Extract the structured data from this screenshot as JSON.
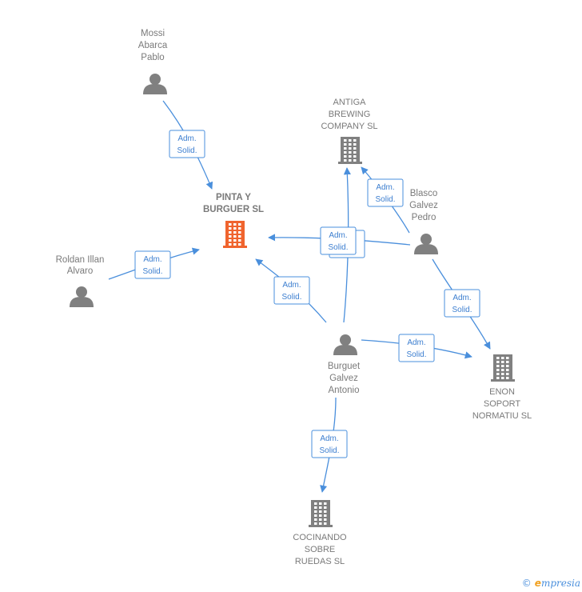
{
  "nodes": [
    {
      "id": "mossi",
      "type": "person",
      "label": [
        "Mossi",
        "Abarca",
        "Pablo"
      ]
    },
    {
      "id": "roldan",
      "type": "person",
      "label": [
        "Roldan Illan",
        "Alvaro"
      ]
    },
    {
      "id": "blasco",
      "type": "person",
      "label": [
        "Blasco",
        "Galvez",
        "Pedro"
      ]
    },
    {
      "id": "burguet",
      "type": "person",
      "label": [
        "Burguet",
        "Galvez",
        "Antonio"
      ]
    },
    {
      "id": "pinta",
      "type": "company",
      "focus": true,
      "label": [
        "PINTA Y",
        "BURGUER  SL"
      ]
    },
    {
      "id": "antiga",
      "type": "company",
      "label": [
        "ANTIGA",
        "BREWING",
        "COMPANY  SL"
      ]
    },
    {
      "id": "enon",
      "type": "company",
      "label": [
        "ENON",
        "SOPORT",
        "NORMATIU SL"
      ]
    },
    {
      "id": "cocinando",
      "type": "company",
      "label": [
        "COCINANDO",
        "SOBRE",
        "RUEDAS  SL"
      ]
    }
  ],
  "edges": [
    {
      "from": "mossi",
      "to": "pinta",
      "label": [
        "Adm.",
        "Solid."
      ]
    },
    {
      "from": "roldan",
      "to": "pinta",
      "label": [
        "Adm.",
        "Solid."
      ]
    },
    {
      "from": "blasco",
      "to": "pinta",
      "label": [
        "Adm.",
        "Solid."
      ]
    },
    {
      "from": "burguet",
      "to": "pinta",
      "label": [
        "Adm.",
        "Solid."
      ]
    },
    {
      "from": "blasco",
      "to": "antiga",
      "label": [
        "Adm.",
        "Solid."
      ]
    },
    {
      "from": "burguet",
      "to": "antiga",
      "label": [
        "Adm.",
        "Solid."
      ]
    },
    {
      "from": "blasco",
      "to": "enon",
      "label": [
        "Adm.",
        "Solid."
      ]
    },
    {
      "from": "burguet",
      "to": "enon",
      "label": [
        "Adm.",
        "Solid."
      ]
    },
    {
      "from": "burguet",
      "to": "cocinando",
      "label": [
        "Adm.",
        "Solid."
      ]
    }
  ],
  "colors": {
    "edge": "#4a8fdc",
    "person": "#808080",
    "company": "#808080",
    "focus_company": "#f0642e",
    "label": "#7a7a7a"
  },
  "watermark": {
    "copyright": "©",
    "brand_initial": "e",
    "brand_rest": "mpresia"
  }
}
